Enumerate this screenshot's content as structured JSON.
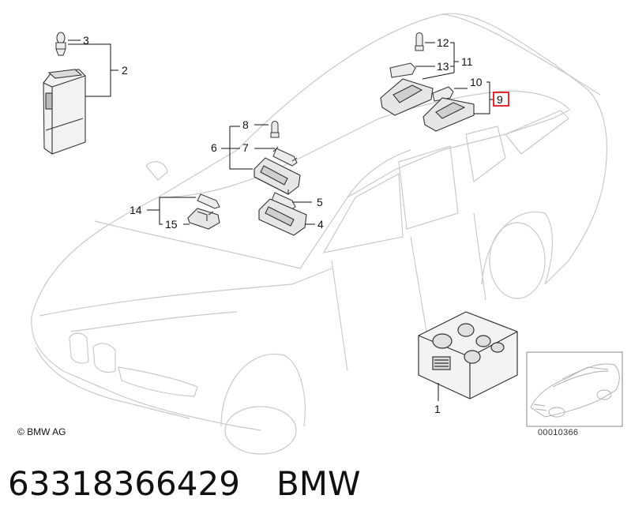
{
  "diagram": {
    "callouts": [
      "1",
      "2",
      "3",
      "4",
      "5",
      "6",
      "7",
      "8",
      "9",
      "10",
      "11",
      "12",
      "13",
      "14",
      "15"
    ],
    "highlighted": "9",
    "highlight_color": "#e0141e",
    "copyright": "© BMW AG",
    "thumbnail_code": "00010366"
  },
  "caption": {
    "part_number": "63318366429",
    "brand": "BMW"
  }
}
